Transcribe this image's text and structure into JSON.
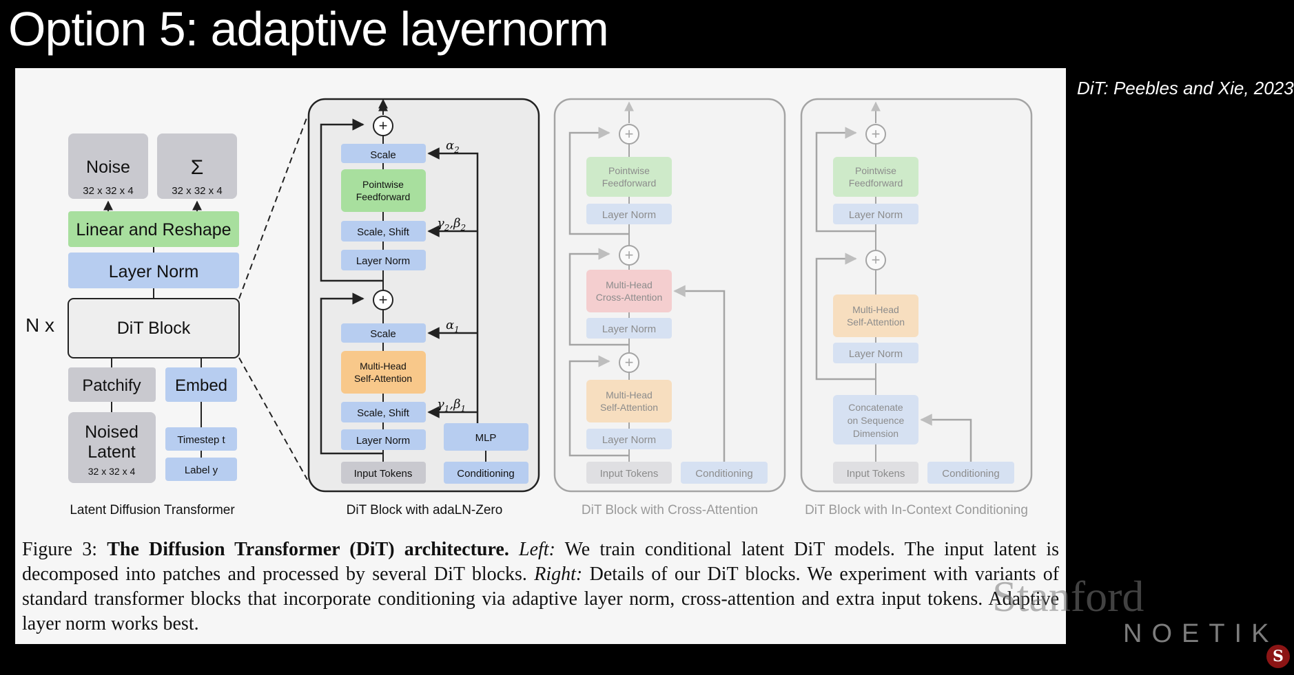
{
  "slide": {
    "title": "Option 5: adaptive layernorm",
    "citation": "DiT: Peebles and Xie, 2023"
  },
  "left_diagram": {
    "noise": "Noise",
    "noise_dim": "32 x 32 x 4",
    "sigma": "Σ",
    "sigma_dim": "32 x 32 x 4",
    "linear_reshape": "Linear and Reshape",
    "layer_norm": "Layer Norm",
    "nx": "N x",
    "dit_block": "DiT Block",
    "patchify": "Patchify",
    "embed": "Embed",
    "noised_latent_1": "Noised",
    "noised_latent_2": "Latent",
    "noised_latent_dim": "32 x 32 x 4",
    "timestep": "Timestep t",
    "label": "Label y",
    "caption": "Latent Diffusion Transformer"
  },
  "block_adaln": {
    "scale2": "Scale",
    "pointwise_1": "Pointwise",
    "pointwise_2": "Feedforward",
    "scale_shift2": "Scale, Shift",
    "layer_norm2": "Layer Norm",
    "scale1": "Scale",
    "mhsa_1": "Multi-Head",
    "mhsa_2": "Self-Attention",
    "scale_shift1": "Scale, Shift",
    "layer_norm1": "Layer Norm",
    "mlp": "MLP",
    "input_tokens": "Input Tokens",
    "conditioning": "Conditioning",
    "alpha2": "α",
    "alpha2_sub": "2",
    "gb2": "γ",
    "gb2_rest": "2",
    "gb2_beta": ",β",
    "alpha1": "α",
    "alpha1_sub": "1",
    "gb1": "γ",
    "gb1_rest": "1",
    "gb1_beta": ",β",
    "caption": "DiT Block with adaLN-Zero"
  },
  "block_cross": {
    "pointwise_1": "Pointwise",
    "pointwise_2": "Feedforward",
    "layer_norm3": "Layer Norm",
    "mhca_1": "Multi-Head",
    "mhca_2": "Cross-Attention",
    "layer_norm2": "Layer Norm",
    "mhsa_1": "Multi-Head",
    "mhsa_2": "Self-Attention",
    "layer_norm1": "Layer Norm",
    "input_tokens": "Input Tokens",
    "conditioning": "Conditioning",
    "caption": "DiT Block with Cross-Attention"
  },
  "block_incontext": {
    "pointwise_1": "Pointwise",
    "pointwise_2": "Feedforward",
    "layer_norm2": "Layer Norm",
    "mhsa_1": "Multi-Head",
    "mhsa_2": "Self-Attention",
    "layer_norm1": "Layer Norm",
    "concat_1": "Concatenate",
    "concat_2": "on Sequence",
    "concat_3": "Dimension",
    "input_tokens": "Input Tokens",
    "conditioning": "Conditioning",
    "caption": "DiT Block with In-Context Conditioning"
  },
  "figure_caption": {
    "fig": "Figure 3:",
    "title": "The Diffusion Transformer (DiT) architecture.",
    "left": "Left:",
    "text1": "We train conditional latent DiT models. The input latent is decomposed into patches and processed by several DiT blocks.",
    "right": "Right:",
    "text2": "Details of our DiT blocks. We experiment with variants of standard transformer blocks that incorporate conditioning via adaptive layer norm, cross-attention and extra input tokens. Adaptive layer norm works best."
  },
  "watermarks": {
    "stanford": "Stanford",
    "noetik": "NOETIK",
    "logo": "S"
  },
  "colors": {
    "blue": "#b7cdf0",
    "green": "#a8df9e",
    "gray": "#c9c9cf",
    "orange": "#f8c88a",
    "pink": "#f4a8aa",
    "panel_active": "#ebebeb",
    "panel_faded": "#f2f2f2"
  }
}
